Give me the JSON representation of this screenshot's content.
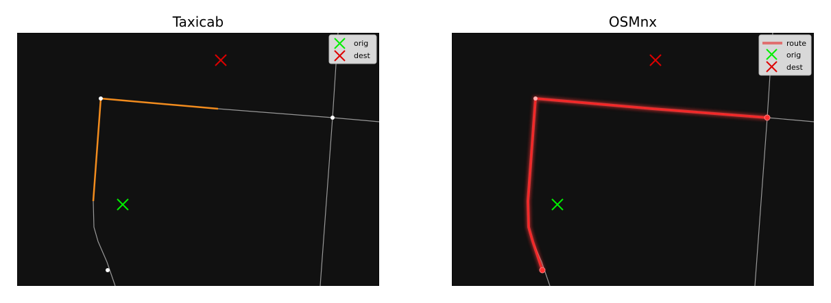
{
  "figure": {
    "panels": [
      {
        "title": "Taxicab",
        "legend": {
          "items": [
            {
              "label": "orig",
              "color": "#00ee00",
              "marker": "x"
            },
            {
              "label": "dest",
              "color": "#dd0000",
              "marker": "x"
            }
          ]
        }
      },
      {
        "title": "OSMnx",
        "legend": {
          "items": [
            {
              "label": "route",
              "color": "#e07070",
              "marker": "line"
            },
            {
              "label": "orig",
              "color": "#00ee00",
              "marker": "x"
            },
            {
              "label": "dest",
              "color": "#dd0000",
              "marker": "x"
            }
          ]
        }
      }
    ],
    "colors": {
      "background": "#111111",
      "street": "#999999",
      "taxicab_route": "#f28c1e",
      "osmnx_route": "#ff2020"
    }
  }
}
